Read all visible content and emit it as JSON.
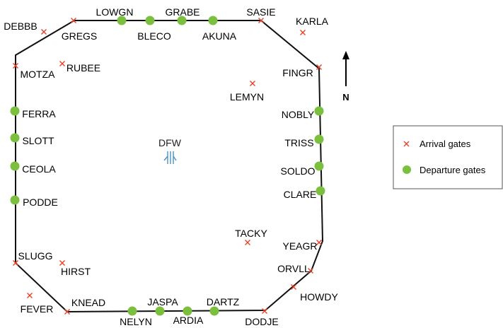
{
  "colors": {
    "arrival": "#e8412a",
    "departure": "#7bbf3f",
    "route": "#111111",
    "airport_icon": "#4a90c8",
    "text": "#000000"
  },
  "airport": {
    "label": "DFW",
    "icon": "runway-icon"
  },
  "north": {
    "label": "N",
    "icon": "north-arrow-icon"
  },
  "legend": {
    "arrival_label": "Arrival gates",
    "departure_label": "Departure gates",
    "arrival_icon": "cross-marker-icon",
    "departure_icon": "dot-marker-icon"
  },
  "waypoints": [
    {
      "id": "lowgn",
      "name": "LOWGN",
      "type": "departure"
    },
    {
      "id": "grabe",
      "name": "GRABE",
      "type": "departure"
    },
    {
      "id": "bleco",
      "name": "BLECO",
      "type": "departure"
    },
    {
      "id": "akuna",
      "name": "AKUNA",
      "type": "departure"
    },
    {
      "id": "sasie",
      "name": "SASIE",
      "type": "arrival"
    },
    {
      "id": "karla",
      "name": "KARLA",
      "type": "arrival"
    },
    {
      "id": "debbb",
      "name": "DEBBB",
      "type": "arrival"
    },
    {
      "id": "gregs",
      "name": "GREGS",
      "type": "arrival"
    },
    {
      "id": "motza",
      "name": "MOTZA",
      "type": "arrival"
    },
    {
      "id": "rubee",
      "name": "RUBEE",
      "type": "arrival"
    },
    {
      "id": "fingr",
      "name": "FINGR",
      "type": "arrival"
    },
    {
      "id": "lemyn",
      "name": "LEMYN",
      "type": "arrival"
    },
    {
      "id": "ferra",
      "name": "FERRA",
      "type": "departure"
    },
    {
      "id": "nobly",
      "name": "NOBLY",
      "type": "departure"
    },
    {
      "id": "slott",
      "name": "SLOTT",
      "type": "departure"
    },
    {
      "id": "triss",
      "name": "TRISS",
      "type": "departure"
    },
    {
      "id": "ceola",
      "name": "CEOLA",
      "type": "departure"
    },
    {
      "id": "soldo",
      "name": "SOLDO",
      "type": "departure"
    },
    {
      "id": "clare",
      "name": "CLARE",
      "type": "departure"
    },
    {
      "id": "podde",
      "name": "PODDE",
      "type": "departure"
    },
    {
      "id": "tacky",
      "name": "TACKY",
      "type": "arrival"
    },
    {
      "id": "yeagr",
      "name": "YEAGR",
      "type": "arrival"
    },
    {
      "id": "slugg",
      "name": "SLUGG",
      "type": "arrival"
    },
    {
      "id": "hirst",
      "name": "HIRST",
      "type": "arrival"
    },
    {
      "id": "orvll",
      "name": "ORVLL",
      "type": "arrival"
    },
    {
      "id": "howdy",
      "name": "HOWDY",
      "type": "arrival"
    },
    {
      "id": "fever",
      "name": "FEVER",
      "type": "arrival"
    },
    {
      "id": "knead",
      "name": "KNEAD",
      "type": "arrival"
    },
    {
      "id": "jaspa",
      "name": "JASPA",
      "type": "departure"
    },
    {
      "id": "dartz",
      "name": "DARTZ",
      "type": "departure"
    },
    {
      "id": "nelyn",
      "name": "NELYN",
      "type": "departure"
    },
    {
      "id": "ardia",
      "name": "ARDIA",
      "type": "departure"
    },
    {
      "id": "dodje",
      "name": "DODJE",
      "type": "arrival"
    }
  ]
}
